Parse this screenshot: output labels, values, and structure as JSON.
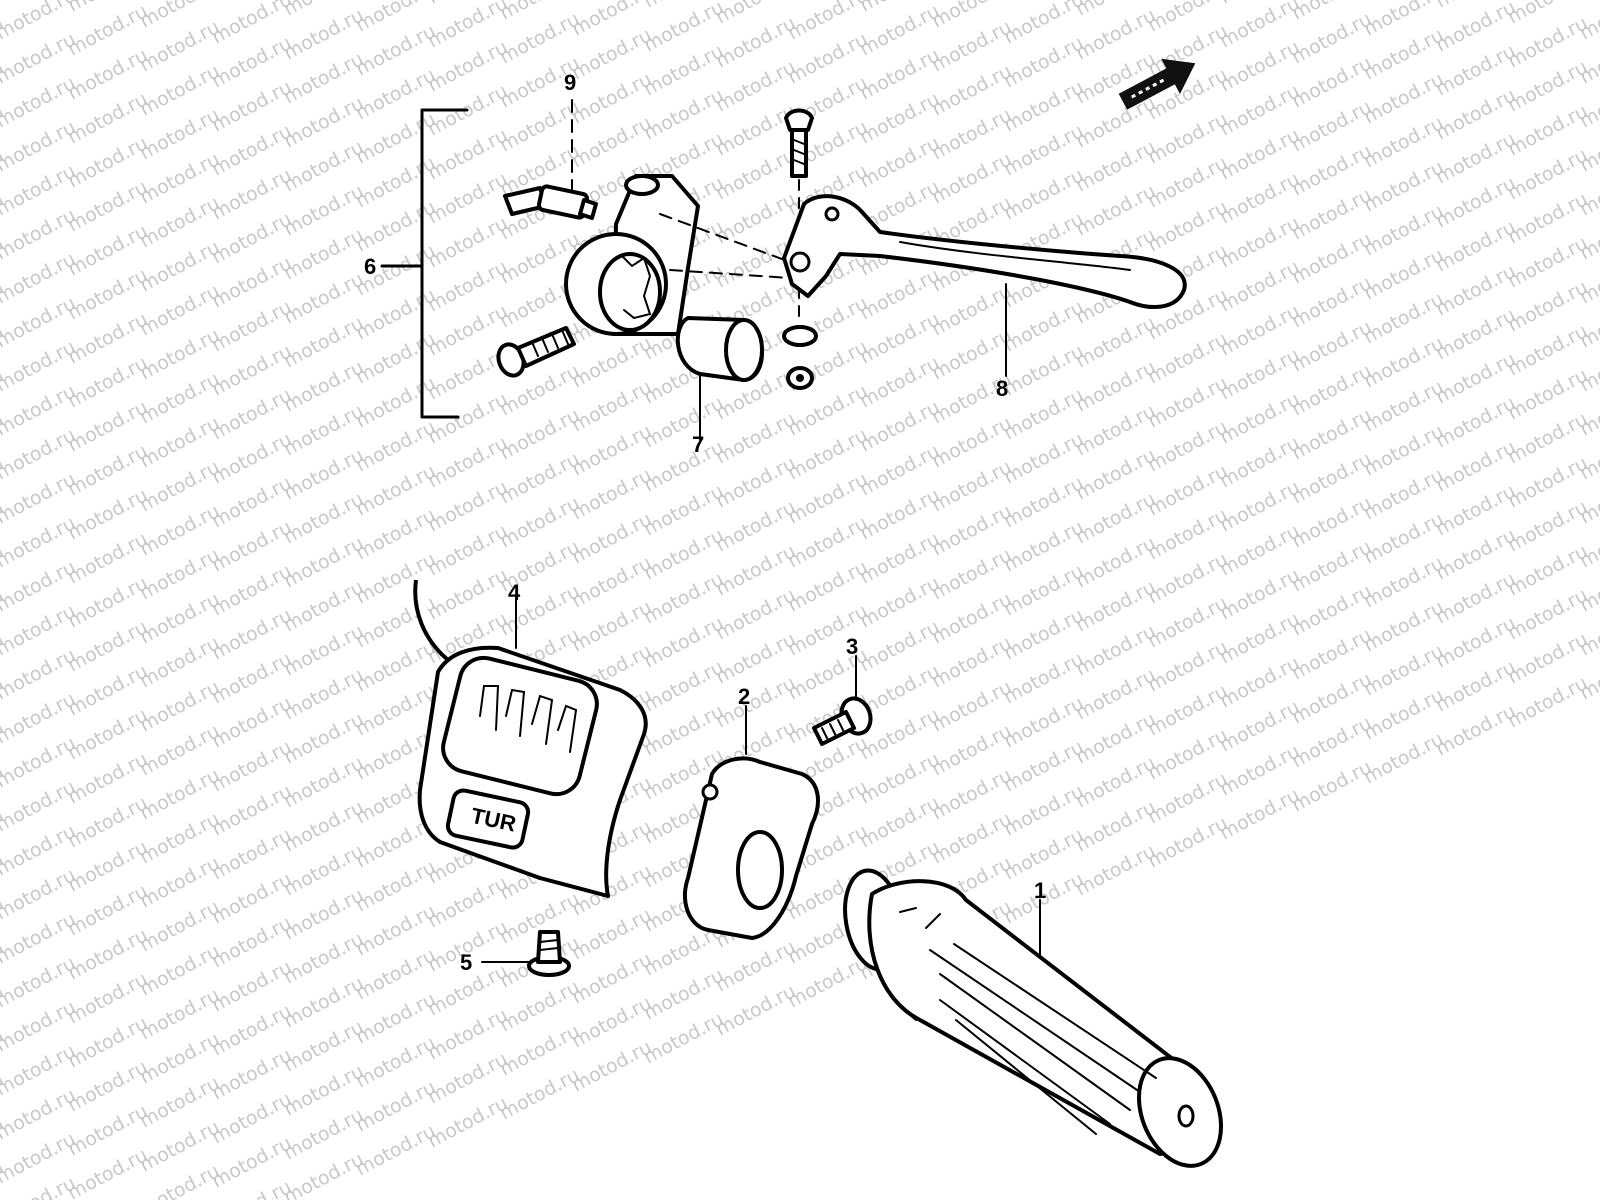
{
  "watermark": {
    "text": "motod.ru",
    "color": "#c8c8c8"
  },
  "callouts": {
    "p1": "1",
    "p2": "2",
    "p3": "3",
    "p4": "4",
    "p5": "5",
    "p6": "6",
    "p7": "7",
    "p8": "8",
    "p9": "9"
  },
  "switch_button_label": "TUR",
  "direction_arrow_icon": "front-arrow-icon"
}
